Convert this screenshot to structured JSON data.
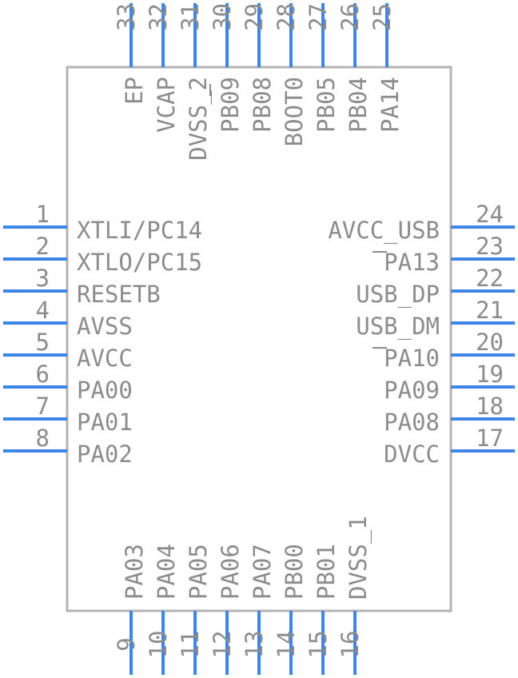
{
  "colors": {
    "pin": "#3d85e6",
    "body": "#b3b3b3",
    "text": "#8c8c8c"
  },
  "pins_left": [
    {
      "num": "1",
      "name": "XTLI/PC14"
    },
    {
      "num": "2",
      "name": "XTLO/PC15"
    },
    {
      "num": "3",
      "name": "RESETB"
    },
    {
      "num": "4",
      "name": "AVSS"
    },
    {
      "num": "5",
      "name": "AVCC"
    },
    {
      "num": "6",
      "name": "PA00"
    },
    {
      "num": "7",
      "name": "PA01"
    },
    {
      "num": "8",
      "name": "PA02"
    }
  ],
  "pins_bottom": [
    {
      "num": "9",
      "name": "PA03"
    },
    {
      "num": "10",
      "name": "PA04"
    },
    {
      "num": "11",
      "name": "PA05"
    },
    {
      "num": "12",
      "name": "PA06"
    },
    {
      "num": "13",
      "name": "PA07"
    },
    {
      "num": "14",
      "name": "PB00"
    },
    {
      "num": "15",
      "name": "PB01"
    },
    {
      "num": "16",
      "name": "DVSS_1"
    }
  ],
  "pins_right": [
    {
      "num": "24",
      "name": "AVCC_USB"
    },
    {
      "num": "23",
      "name": "PA13"
    },
    {
      "num": "22",
      "name": "USB_DP"
    },
    {
      "num": "21",
      "name": "USB_DM"
    },
    {
      "num": "20",
      "name": "PA10"
    },
    {
      "num": "19",
      "name": "PA09"
    },
    {
      "num": "18",
      "name": "PA08"
    },
    {
      "num": "17",
      "name": "DVCC"
    }
  ],
  "pins_top": [
    {
      "num": "33",
      "name": "EP"
    },
    {
      "num": "32",
      "name": "VCAP"
    },
    {
      "num": "31",
      "name": "DVSS_2"
    },
    {
      "num": "30",
      "name": "PB09"
    },
    {
      "num": "29",
      "name": "PB08"
    },
    {
      "num": "28",
      "name": "BOOT0"
    },
    {
      "num": "27",
      "name": "PB05"
    },
    {
      "num": "26",
      "name": "PB04"
    },
    {
      "num": "25",
      "name": "PA14"
    }
  ]
}
